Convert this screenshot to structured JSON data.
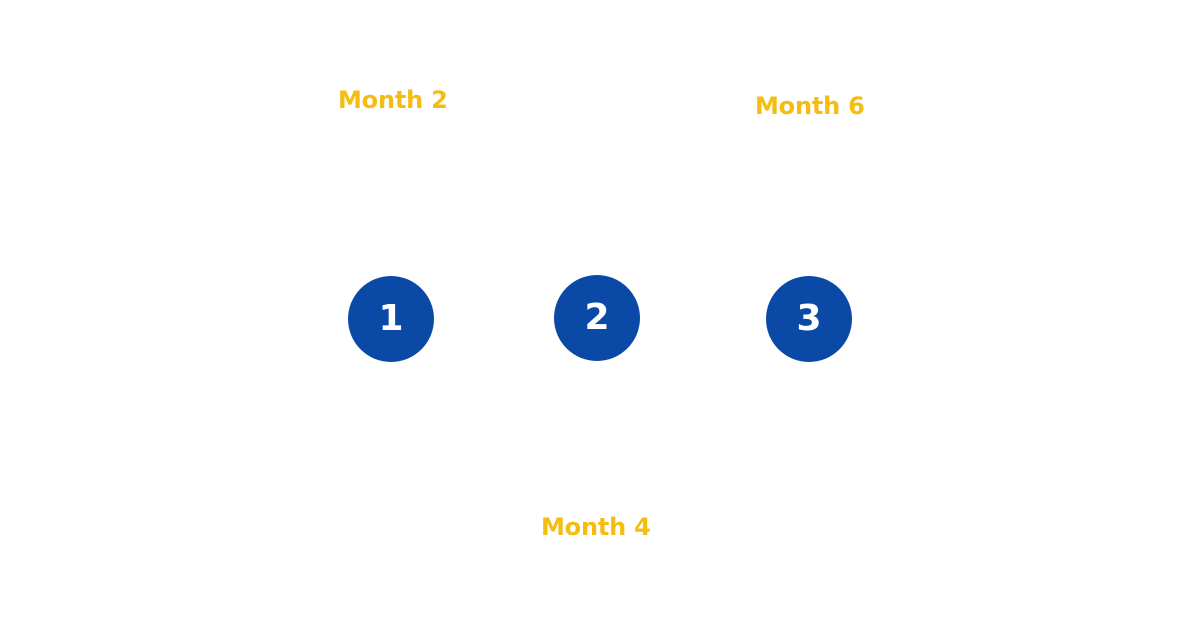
{
  "colors": {
    "background": "#ffffff",
    "circle_fill": "#0a4aa6",
    "circle_text": "#ffffff",
    "label_text": "#f5bd0f"
  },
  "steps": [
    {
      "number": "1",
      "label": "Month 2"
    },
    {
      "number": "2",
      "label": "Month 4"
    },
    {
      "number": "3",
      "label": "Month 6"
    }
  ]
}
